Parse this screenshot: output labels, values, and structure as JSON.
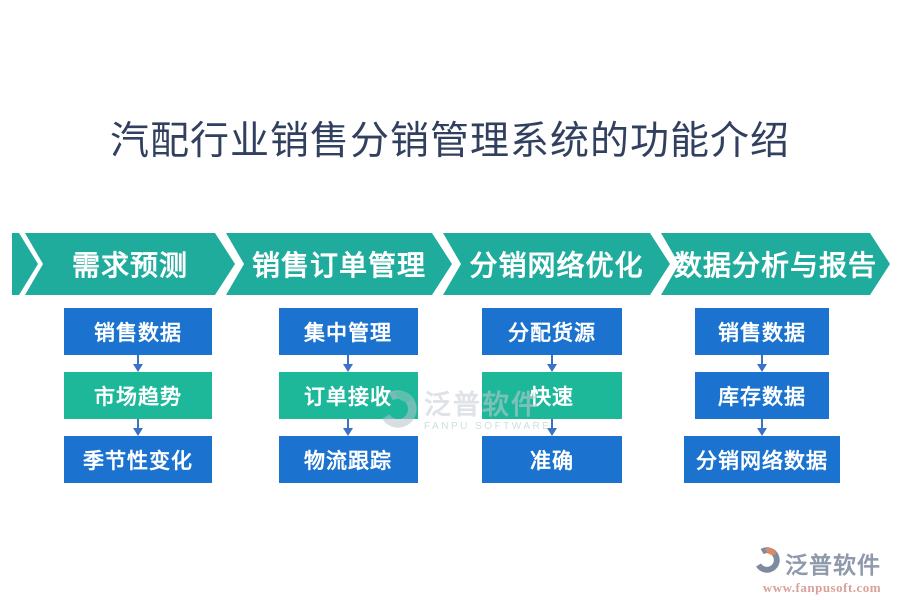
{
  "title": "汽配行业销售分销管理系统的功能介绍",
  "colors": {
    "banner_teal": "#20ac9c",
    "box_teal": "#1db79a",
    "box_blue": "#1b73cf",
    "arrow_blue": "#3a72c4",
    "title_navy": "#32405f"
  },
  "columns": [
    {
      "header": "需求预测",
      "steps": [
        {
          "label": "销售数据",
          "variant": "blue"
        },
        {
          "label": "市场趋势",
          "variant": "teal"
        },
        {
          "label": "季节性变化",
          "variant": "blue"
        }
      ]
    },
    {
      "header": "销售订单管理",
      "steps": [
        {
          "label": "集中管理",
          "variant": "blue"
        },
        {
          "label": "订单接收",
          "variant": "teal"
        },
        {
          "label": "物流跟踪",
          "variant": "blue"
        }
      ]
    },
    {
      "header": "分销网络优化",
      "steps": [
        {
          "label": "分配货源",
          "variant": "blue"
        },
        {
          "label": "快速",
          "variant": "teal"
        },
        {
          "label": "准确",
          "variant": "blue"
        }
      ]
    },
    {
      "header": "数据分析与报告",
      "steps": [
        {
          "label": "销售数据",
          "variant": "blue"
        },
        {
          "label": "库存数据",
          "variant": "blue"
        },
        {
          "label": "分销网络数据",
          "variant": "blue"
        }
      ]
    }
  ],
  "watermark": {
    "name": "泛普软件",
    "subtext": "FANPU SOFTWARE"
  },
  "footer_logo": {
    "name": "泛普软件",
    "url": "www.fanpusoft.com"
  }
}
